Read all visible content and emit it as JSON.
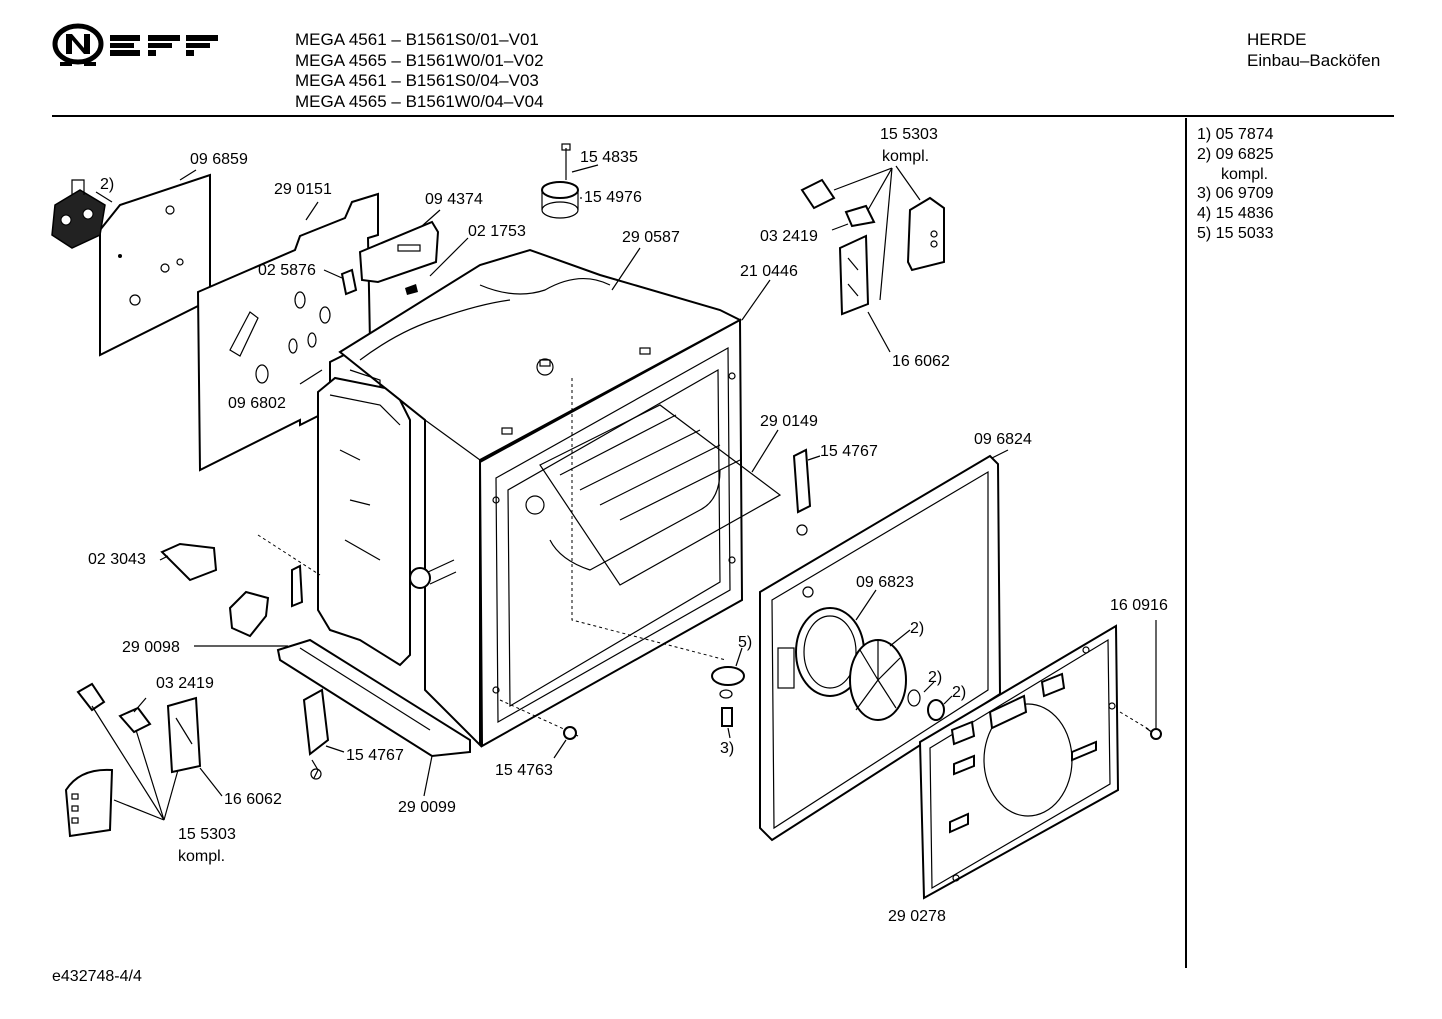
{
  "header": {
    "models": [
      "MEGA 4561 – B1561S0/01–V01",
      "MEGA 4565 – B1561W0/01–V02",
      "MEGA 4561 – B1561S0/04–V03",
      "MEGA 4565 – B1561W0/04–V04"
    ],
    "category": "HERDE",
    "subcategory": "Einbau–Backöfen"
  },
  "logo": {
    "text": "NEFF"
  },
  "legend": [
    "1) 05 7874",
    "2) 09 6825",
    "kompl.",
    "3) 06 9709",
    "4) 15 4836",
    "5) 15 5033"
  ],
  "parts": [
    "09 6859",
    "2)",
    "29 0151",
    "09 4374",
    "02 5876",
    "02 1753",
    "15 4835",
    "15 4976",
    "29 0587",
    "15 5303",
    "kompl.",
    "03 2419",
    "21 0446",
    "16 6062",
    "09 6802",
    "29 0149",
    "15 4767",
    "09 6824",
    "02 3043",
    "09 6823",
    "2)",
    "16 0916",
    "2)",
    "2)",
    "29 0098",
    "5)",
    "03 2419",
    "3)",
    "15 4763",
    "15 4767",
    "29 0099",
    "16 6062",
    "15 5303",
    "kompl.",
    "29 0278"
  ],
  "footer": {
    "code": "e432748-4/4"
  }
}
